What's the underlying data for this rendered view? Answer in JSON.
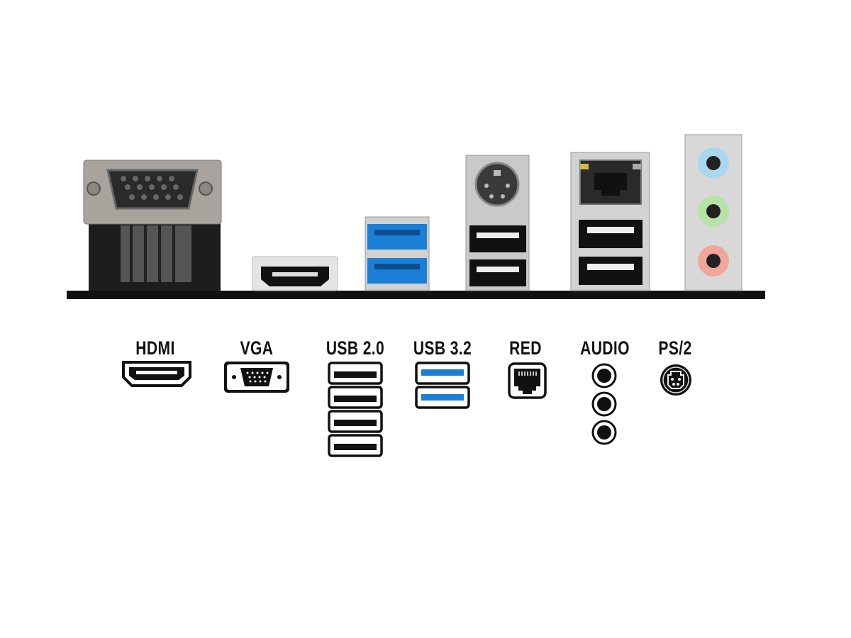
{
  "labels": {
    "hdmi": "HDMI",
    "vga": "VGA",
    "usb2": "USB 2.0",
    "usb3": "USB 3.2",
    "lan": "RED",
    "audio": "AUDIO",
    "ps2": "PS/2"
  },
  "colors": {
    "usb3_blue": "#1a7fd6",
    "audio_line_in": "#a9d8ee",
    "audio_line_out": "#b8e3a8",
    "audio_mic": "#f0a69a",
    "panel_bar": "#111111"
  },
  "counts": {
    "usb2_ports": 4,
    "usb3_ports": 2,
    "audio_jacks": 3
  }
}
